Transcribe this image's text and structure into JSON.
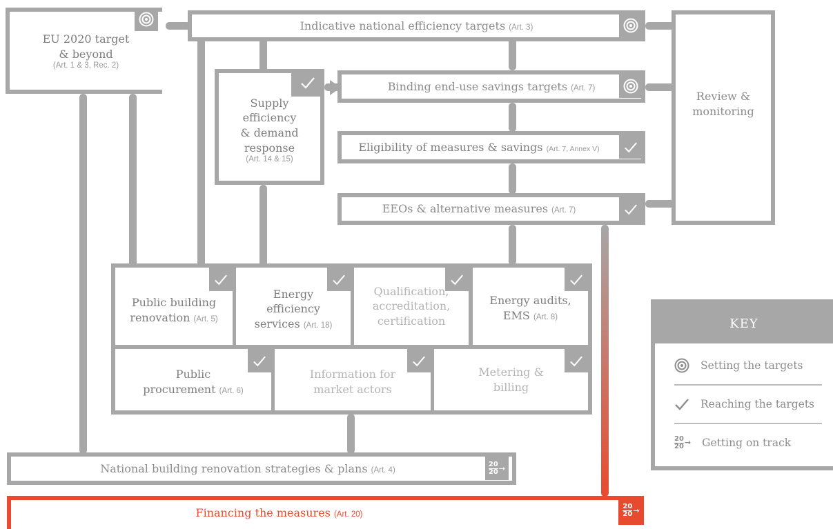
{
  "boxes": {
    "eu2020": {
      "line1": "EU 2020 target",
      "line2": "& beyond",
      "ref": "(Art. 1 & 3, Rec. 2)"
    },
    "indicative": {
      "title": "Indicative national efficiency targets",
      "ref": "(Art. 3)"
    },
    "supply": {
      "line1": "Supply",
      "line2": "efficiency",
      "line3": "& demand",
      "line4": "response",
      "ref": "(Art. 14 & 15)"
    },
    "binding": {
      "title": "Binding end-use savings targets",
      "ref": "(Art. 7)"
    },
    "eligibility": {
      "title": "Eligibility of measures & savings",
      "ref": "(Art. 7, Annex V)"
    },
    "eeos": {
      "title": "EEOs & alternative measures",
      "ref": "(Art. 7)"
    },
    "review": {
      "line1": "Review &",
      "line2": "monitoring"
    },
    "public_building": {
      "line1": "Public building",
      "line2": "renovation",
      "ref": "(Art. 5)"
    },
    "energy_services": {
      "line1": "Energy",
      "line2": "efficiency",
      "line3": "services",
      "ref": "(Art. 18)"
    },
    "qualification": {
      "line1": "Qualification,",
      "line2": "accreditation,",
      "line3": "certification"
    },
    "audits": {
      "line1": "Energy audits,",
      "line2": "EMS",
      "ref": "(Art. 8)"
    },
    "procurement": {
      "line1": "Public",
      "line2": "procurement",
      "ref": "(Art. 6)"
    },
    "information": {
      "line1": "Information for",
      "line2": "market actors"
    },
    "metering": {
      "line1": "Metering &",
      "line2": "billing"
    },
    "national_building": {
      "title": "National building renovation strategies & plans",
      "ref": "(Art. 4)"
    },
    "financing": {
      "title": "Financing the measures",
      "ref": "(Art. 20)"
    }
  },
  "badge_2020": {
    "numerator": "20",
    "denominator": "20"
  },
  "key": {
    "title": "KEY",
    "items": [
      {
        "icon": "target-icon",
        "label": "Setting the targets"
      },
      {
        "icon": "check-icon",
        "label": "Reaching the targets"
      },
      {
        "icon": "twenty-twenty-icon",
        "label": "Getting on track"
      }
    ]
  },
  "colors": {
    "grey": "#a7a7a7",
    "accent_red": "#e84a2f"
  }
}
